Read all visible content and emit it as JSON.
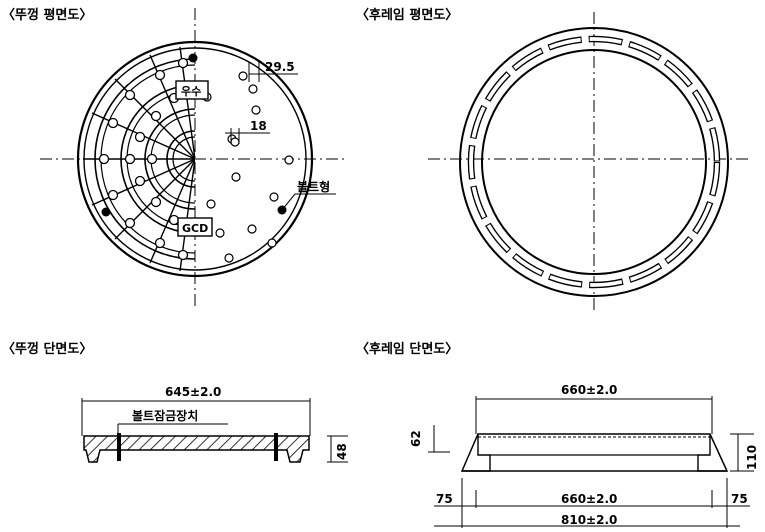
{
  "titles": {
    "cover_plan": "〈뚜껑 평면도〉",
    "frame_plan": "〈후레임 평면도〉",
    "cover_section": "〈뚜껑 단면도〉",
    "frame_section": "〈후레임 단면도〉"
  },
  "cover_plan": {
    "label_storm": "우수",
    "label_gcd": "GCD",
    "dim_29_5": "29.5",
    "dim_18": "18",
    "bolt_type": "볼트형"
  },
  "cover_section": {
    "dim_width": "645±2.0",
    "bolt_lock": "볼트잠금장치",
    "dim_height": "48"
  },
  "frame_section": {
    "dim_inner_top": "660±2.0",
    "dim_62": "62",
    "dim_height": "110",
    "dim_left": "75",
    "dim_inner_bottom": "660±2.0",
    "dim_right": "75",
    "dim_outer": "810±2.0"
  }
}
